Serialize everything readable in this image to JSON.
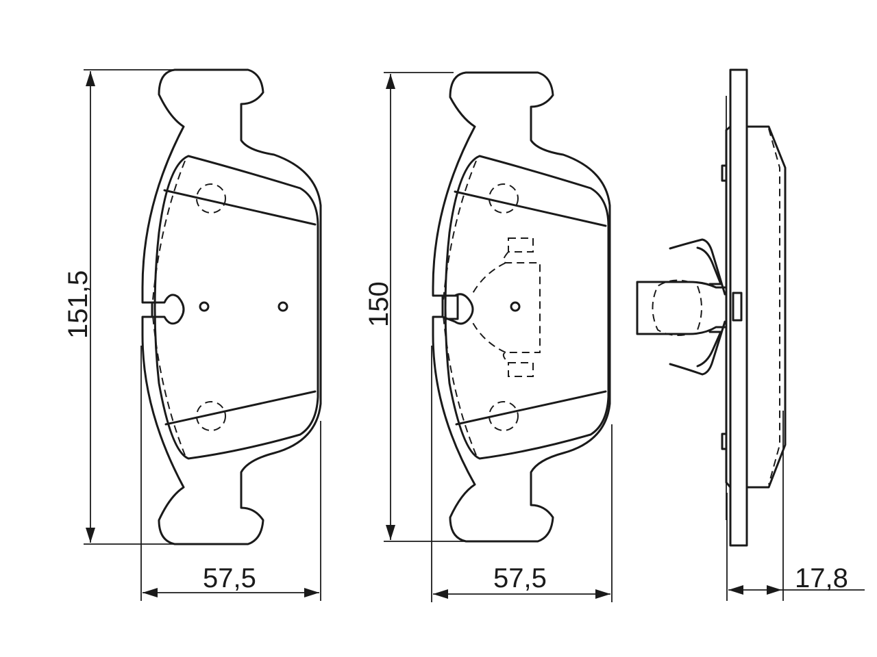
{
  "dimensions": {
    "left_height": "151,5",
    "left_width": "57,5",
    "middle_height": "150",
    "middle_width": "57,5",
    "side_thickness": "17,8"
  }
}
